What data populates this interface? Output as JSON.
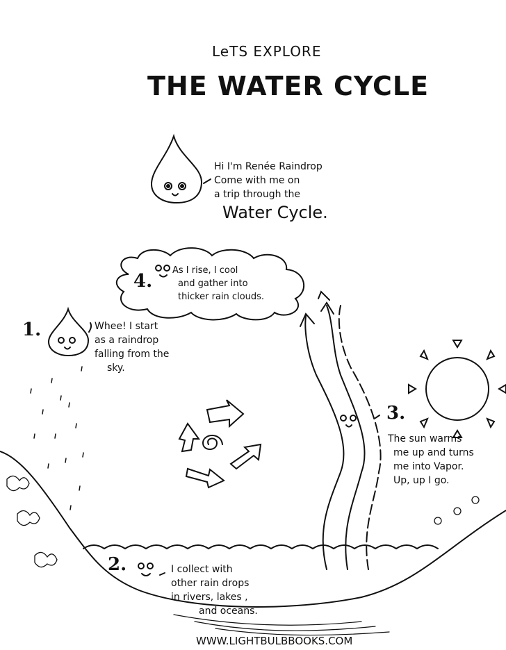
{
  "header": {
    "subtitle": "LeTS EXPLORE",
    "title": "THE WATER CYCLE"
  },
  "intro": {
    "lines": [
      "Hi I'm Renée Raindrop",
      "Come with me on",
      "a trip through the"
    ],
    "emphasis": "Water Cycle."
  },
  "steps": [
    {
      "number": "1.",
      "lines": [
        "Whee! I start",
        "as a raindrop",
        "falling from the",
        "sky."
      ]
    },
    {
      "number": "2.",
      "lines": [
        "I collect with",
        "other rain drops",
        "in rivers, lakes ,",
        "and oceans."
      ]
    },
    {
      "number": "3.",
      "lines": [
        "The sun warms",
        "me up and turns",
        "me into Vapor.",
        "Up, up I go."
      ]
    },
    {
      "number": "4.",
      "lines": [
        "As I rise, I cool",
        "and gather into",
        "thicker rain clouds."
      ]
    }
  ],
  "footer": {
    "url": "WWW.LIGHTBULBBOOKS.COM"
  },
  "colors": {
    "ink": "#111111",
    "paper": "#ffffff"
  }
}
